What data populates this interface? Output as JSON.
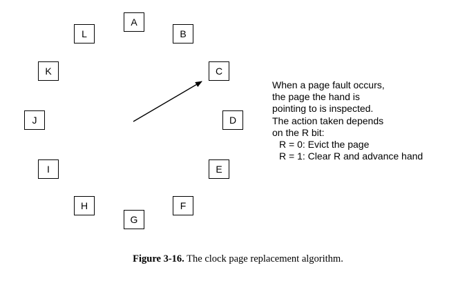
{
  "pages": {
    "A": "A",
    "B": "B",
    "C": "C",
    "D": "D",
    "E": "E",
    "F": "F",
    "G": "G",
    "H": "H",
    "I": "I",
    "J": "J",
    "K": "K",
    "L": "L"
  },
  "hand": {
    "points_to": "C"
  },
  "explanation": {
    "line1": "When a page fault occurs,",
    "line2": "the page the hand is",
    "line3": "pointing to is inspected.",
    "line4": "The action taken depends",
    "line5": "on the R bit:",
    "rule0": "R = 0: Evict the page",
    "rule1": "R = 1: Clear R and advance hand"
  },
  "caption": {
    "label": "Figure 3-16.",
    "text": "The clock page replacement algorithm."
  }
}
